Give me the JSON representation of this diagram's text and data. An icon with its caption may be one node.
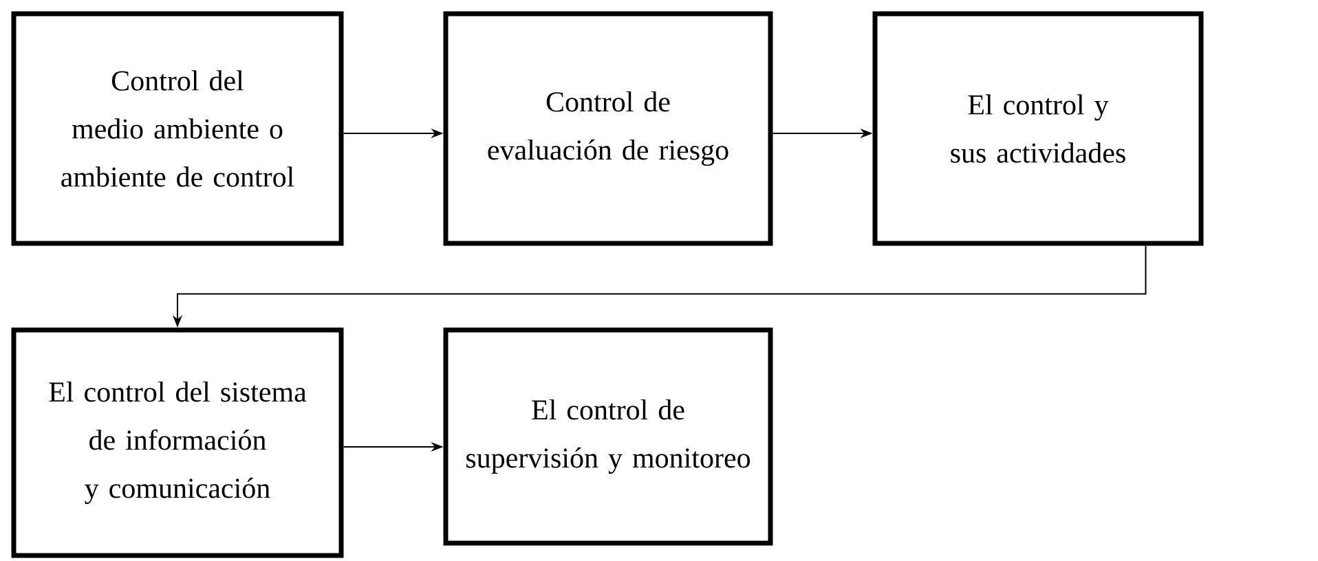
{
  "diagram": {
    "nodes": [
      {
        "text": [
          "Control del medio ambiente o ambiente de control"
        ]
      },
      {
        "text": [
          "Control de evaluación de riesgo"
        ]
      },
      {
        "text": [
          "El control y sus actividades"
        ]
      },
      {
        "text": [
          "El control del sistema de información y comunicación"
        ]
      },
      {
        "text": [
          "El control de supervisión y monitoreo"
        ]
      }
    ],
    "edges": [
      {
        "from": 0,
        "to": 1,
        "arrow": "to"
      },
      {
        "from": 1,
        "to": 2,
        "arrow": "to"
      },
      {
        "from": 2,
        "to": 3,
        "arrow": "to"
      },
      {
        "from": 3,
        "to": 4,
        "arrow": "to"
      }
    ]
  }
}
